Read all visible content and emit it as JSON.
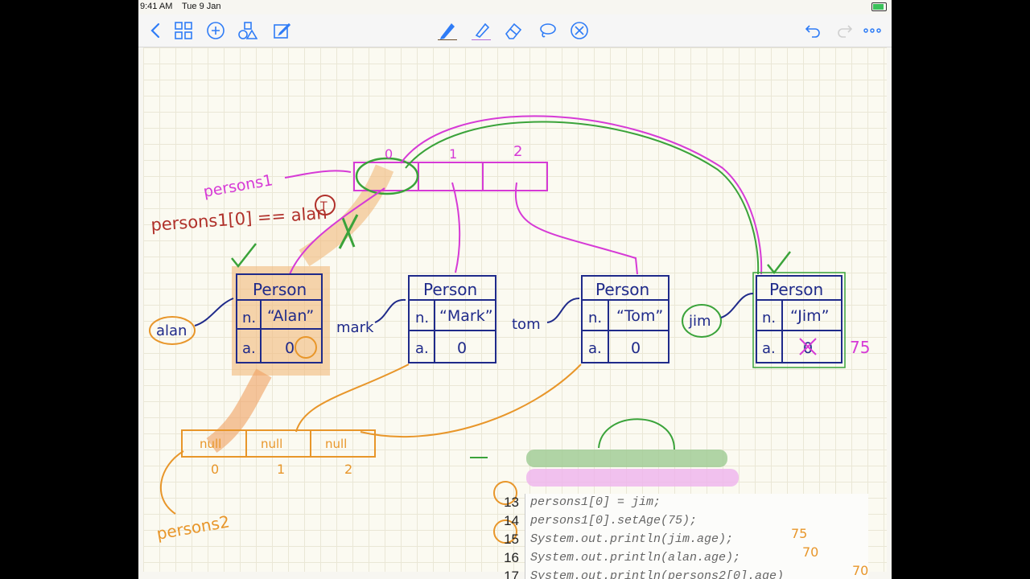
{
  "status_bar": {
    "time": "9:41 AM",
    "date": "Tue 9 Jan"
  },
  "toolbar": {
    "left": [
      "back-icon",
      "thumbnails-icon",
      "add-page-icon",
      "shapes-icon",
      "edit-icon"
    ],
    "center": [
      "pen-icon",
      "highlighter-icon",
      "eraser-icon",
      "lasso-icon",
      "close-circle-icon"
    ],
    "right": [
      "undo-icon",
      "redo-icon",
      "more-icon"
    ],
    "pen_color": "#6b4c2a",
    "highlighter_color": "#b36bd6"
  },
  "annotations": {
    "persons1_label": "persons1",
    "alias_expr": "persons1[0] == alan",
    "true_mark": "T",
    "alan_label": "alan",
    "mark_label": "mark",
    "tom_label": "tom",
    "jim_label": "jim",
    "persons2_label": "persons2",
    "index_0": "0",
    "index_1": "1",
    "index_2": "2",
    "idx2_0": "0",
    "idx2_1": "1",
    "idx2_2": "2",
    "null_text": "null",
    "new_age": "75"
  },
  "objects": [
    {
      "class": "Person",
      "n_key": "n.",
      "a_key": "a.",
      "name": "“Alan”",
      "age": "0"
    },
    {
      "class": "Person",
      "n_key": "n.",
      "a_key": "a.",
      "name": "“Mark”",
      "age": "0"
    },
    {
      "class": "Person",
      "n_key": "n.",
      "a_key": "a.",
      "name": "“Tom”",
      "age": "0"
    },
    {
      "class": "Person",
      "n_key": "n.",
      "a_key": "a.",
      "name": "“Jim”",
      "age": "0"
    }
  ],
  "code": [
    {
      "num": "13",
      "text": "persons1[0] = jim;",
      "note": ""
    },
    {
      "num": "14",
      "text": "persons1[0].setAge(75);",
      "note": ""
    },
    {
      "num": "15",
      "text": "System.out.println(jim.age);",
      "note": "75"
    },
    {
      "num": "16",
      "text": "System.out.println(alan.age);",
      "note": "70"
    },
    {
      "num": "17",
      "text": "System.out.println(persons2[0].age)",
      "note": "70"
    }
  ],
  "colors": {
    "ink": "#1f2a8a",
    "magenta": "#d63ad6",
    "green": "#3aa33a",
    "orange": "#e8962a",
    "red": "#b0302a"
  }
}
